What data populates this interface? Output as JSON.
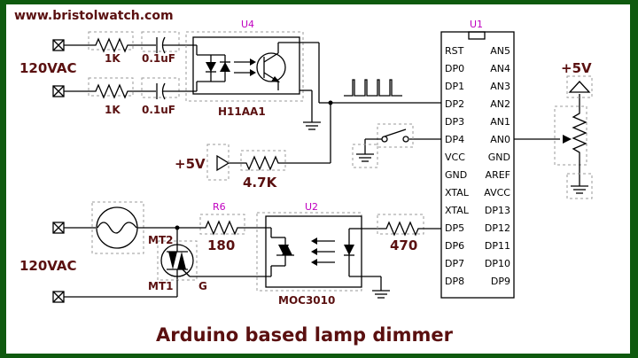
{
  "site_url": "www.bristolwatch.com",
  "title": "Arduino based lamp dimmer",
  "ac_labels": {
    "top": "120VAC",
    "bottom": "120VAC"
  },
  "resistors": {
    "r1": "1K",
    "r2": "1K",
    "r_pullup": "4.7K",
    "r6": "180",
    "r_470": "470"
  },
  "capacitors": {
    "c1": "0.1uF",
    "c2": "0.1uF"
  },
  "parts": {
    "u4": {
      "ref": "U4",
      "name": "H11AA1"
    },
    "u2": {
      "ref": "U2",
      "name": "MOC3010"
    },
    "u1": {
      "ref": "U1"
    },
    "r6_ref": "R6"
  },
  "supply": {
    "plus5_left": "+5V",
    "plus5_right": "+5V"
  },
  "triac": {
    "mt2": "MT2",
    "mt1": "MT1",
    "gate": "G"
  },
  "u1_left_pins": [
    "RST",
    "DP0",
    "DP1",
    "DP2",
    "DP3",
    "DP4",
    "VCC",
    "GND",
    "XTAL",
    "XTAL",
    "DP5",
    "DP6",
    "DP7",
    "DP8"
  ],
  "u1_right_pins": [
    "AN5",
    "AN4",
    "AN3",
    "AN2",
    "AN1",
    "AN0",
    "GND",
    "AREF",
    "AVCC",
    "DP13",
    "DP12",
    "DP11",
    "DP10",
    "DP9"
  ]
}
